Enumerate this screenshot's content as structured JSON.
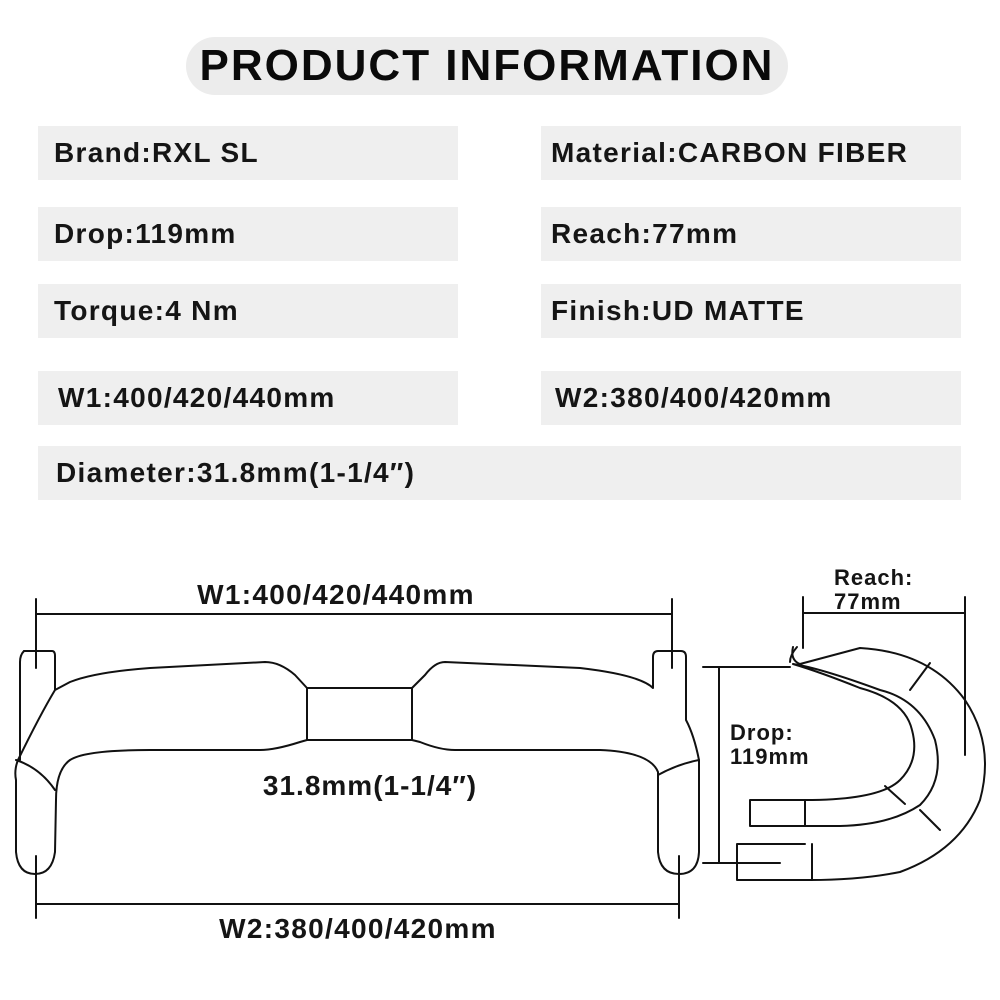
{
  "title": "PRODUCT INFORMATION",
  "specs": {
    "brand": "Brand:RXL SL",
    "material": "Material:CARBON FIBER",
    "drop": "Drop:119mm",
    "reach": "Reach:77mm",
    "torque": "Torque:4 Nm",
    "finish": "Finish:UD MATTE",
    "w1": "W1:400/420/440mm",
    "w2": "W2:380/400/420mm",
    "diameter": "Diameter:31.8mm(1-1/4″)"
  },
  "diagram": {
    "w1_label": "W1:400/420/440mm",
    "w2_label": "W2:380/400/420mm",
    "clamp_label": "31.8mm(1-1/4″)",
    "reach_label_line1": "Reach:",
    "reach_label_line2": "77mm",
    "drop_label_line1": "Drop:",
    "drop_label_line2": "119mm"
  }
}
